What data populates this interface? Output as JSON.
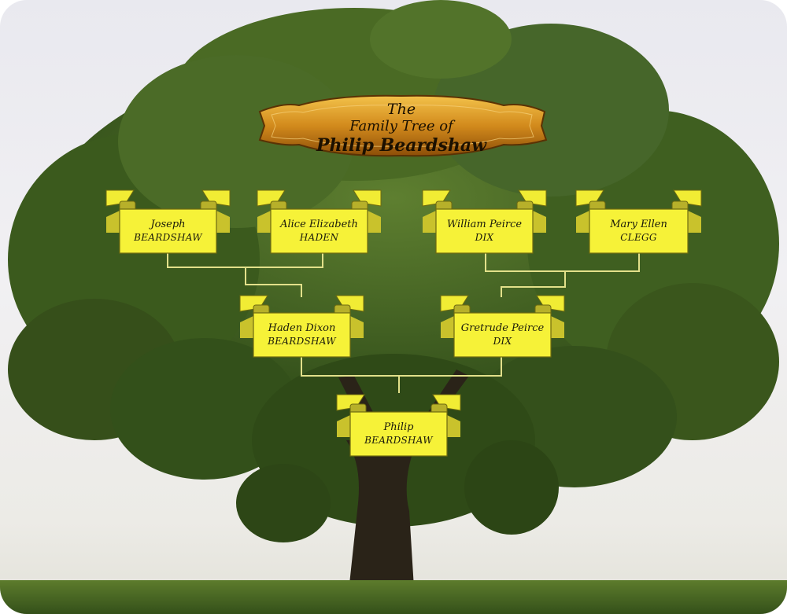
{
  "title": {
    "line1": "The",
    "line2": "Family Tree of",
    "line3": "Philip Beardshaw"
  },
  "people": {
    "joseph": {
      "line1": "Joseph",
      "line2": "BEARDSHAW"
    },
    "alice": {
      "line1": "Alice Elizabeth",
      "line2": "HADEN"
    },
    "william": {
      "line1": "William Peirce",
      "line2": "DIX"
    },
    "mary": {
      "line1": "Mary Ellen",
      "line2": "CLEGG"
    },
    "haden": {
      "line1": "Haden Dixon",
      "line2": "BEARDSHAW"
    },
    "gretrude": {
      "line1": "Gretrude Peirce",
      "line2": "DIX"
    },
    "philip": {
      "line1": "Philip",
      "line2": "BEARDSHAW"
    }
  },
  "colors": {
    "banner_fill": "#f6f238",
    "banner_dark": "#b7b02a",
    "banner_edge": "#6e6a10",
    "title_gold": "#d28a1c",
    "connector": "#e2e08a",
    "foliage": "#3d5a1e",
    "trunk": "#2a2318",
    "grass": "#4a6a22"
  }
}
